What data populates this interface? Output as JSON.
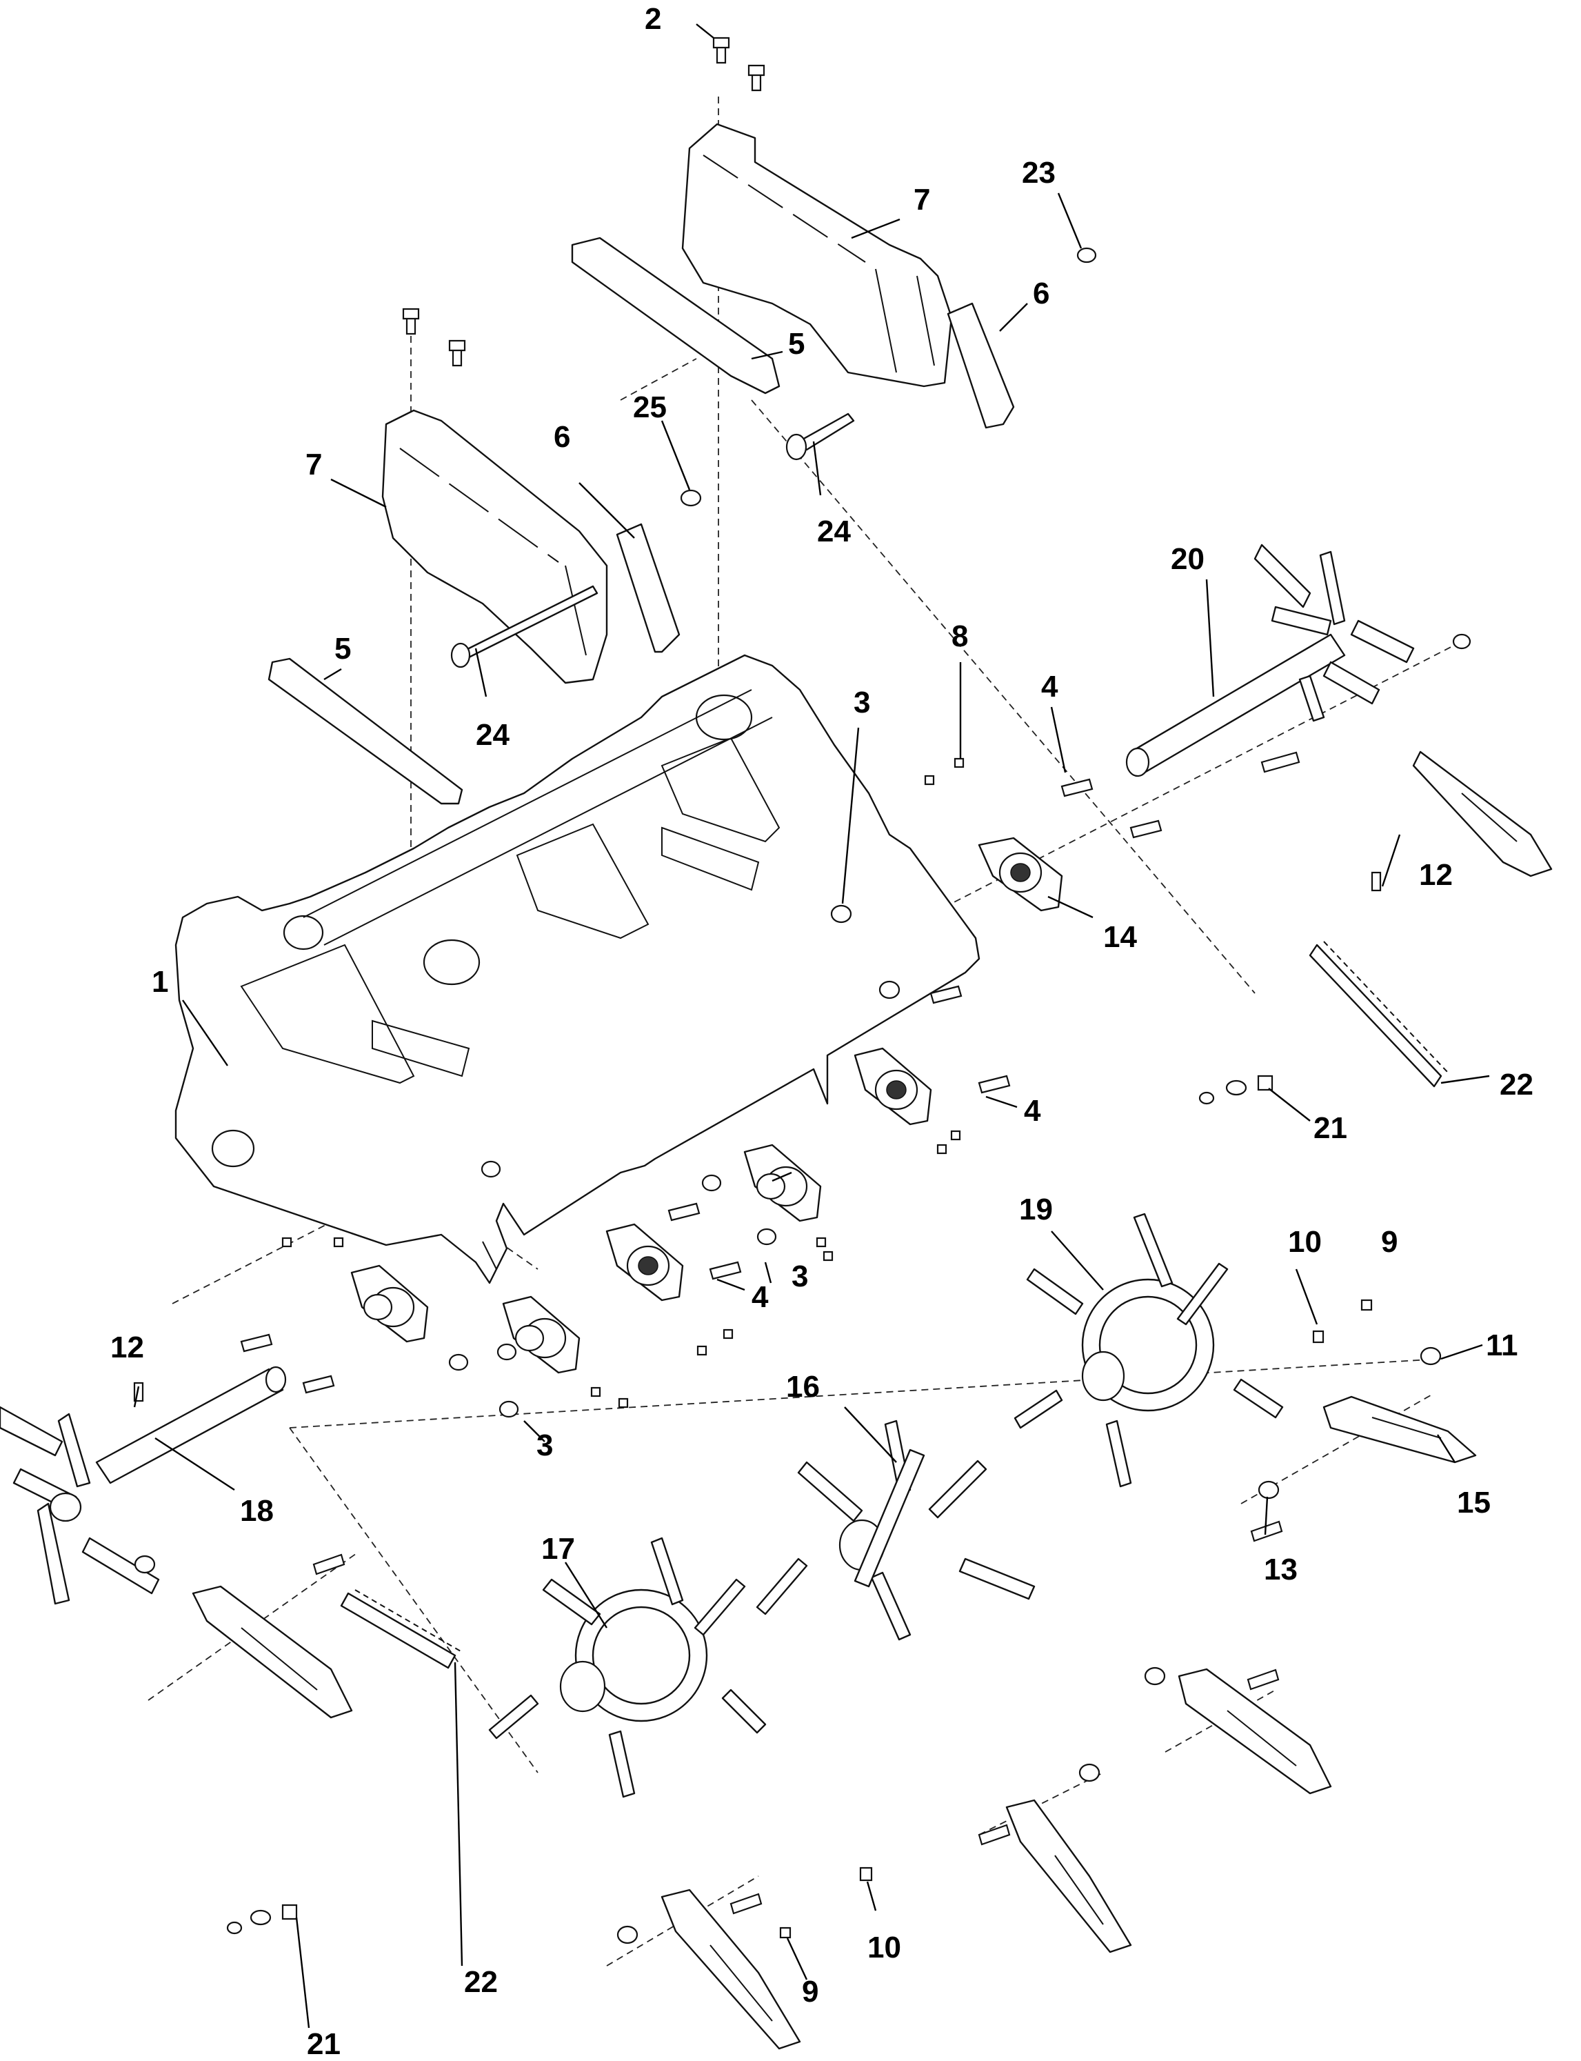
{
  "diagram": {
    "callouts": [
      {
        "id": "c2",
        "label": "2"
      },
      {
        "id": "c23",
        "label": "23"
      },
      {
        "id": "c7a",
        "label": "7"
      },
      {
        "id": "c6a",
        "label": "6"
      },
      {
        "id": "c5a",
        "label": "5"
      },
      {
        "id": "c25",
        "label": "25"
      },
      {
        "id": "c6b",
        "label": "6"
      },
      {
        "id": "c7b",
        "label": "7"
      },
      {
        "id": "c24a",
        "label": "24"
      },
      {
        "id": "c20",
        "label": "20"
      },
      {
        "id": "c8",
        "label": "8"
      },
      {
        "id": "c5b",
        "label": "5"
      },
      {
        "id": "c24b",
        "label": "24"
      },
      {
        "id": "c3a",
        "label": "3"
      },
      {
        "id": "c4a",
        "label": "4"
      },
      {
        "id": "c12a",
        "label": "12"
      },
      {
        "id": "c14",
        "label": "14"
      },
      {
        "id": "c1",
        "label": "1"
      },
      {
        "id": "c22a",
        "label": "22"
      },
      {
        "id": "c4b",
        "label": "4"
      },
      {
        "id": "c21a",
        "label": "21"
      },
      {
        "id": "c19",
        "label": "19"
      },
      {
        "id": "c10a",
        "label": "10"
      },
      {
        "id": "c9a",
        "label": "9"
      },
      {
        "id": "c3b",
        "label": "3"
      },
      {
        "id": "c4c",
        "label": "4"
      },
      {
        "id": "c11",
        "label": "11"
      },
      {
        "id": "c12b",
        "label": "12"
      },
      {
        "id": "c16",
        "label": "16"
      },
      {
        "id": "c3c",
        "label": "3"
      },
      {
        "id": "c15",
        "label": "15"
      },
      {
        "id": "c18",
        "label": "18"
      },
      {
        "id": "c13",
        "label": "13"
      },
      {
        "id": "c17",
        "label": "17"
      },
      {
        "id": "c10b",
        "label": "10"
      },
      {
        "id": "c22b",
        "label": "22"
      },
      {
        "id": "c9b",
        "label": "9"
      },
      {
        "id": "c21b",
        "label": "21"
      }
    ]
  }
}
